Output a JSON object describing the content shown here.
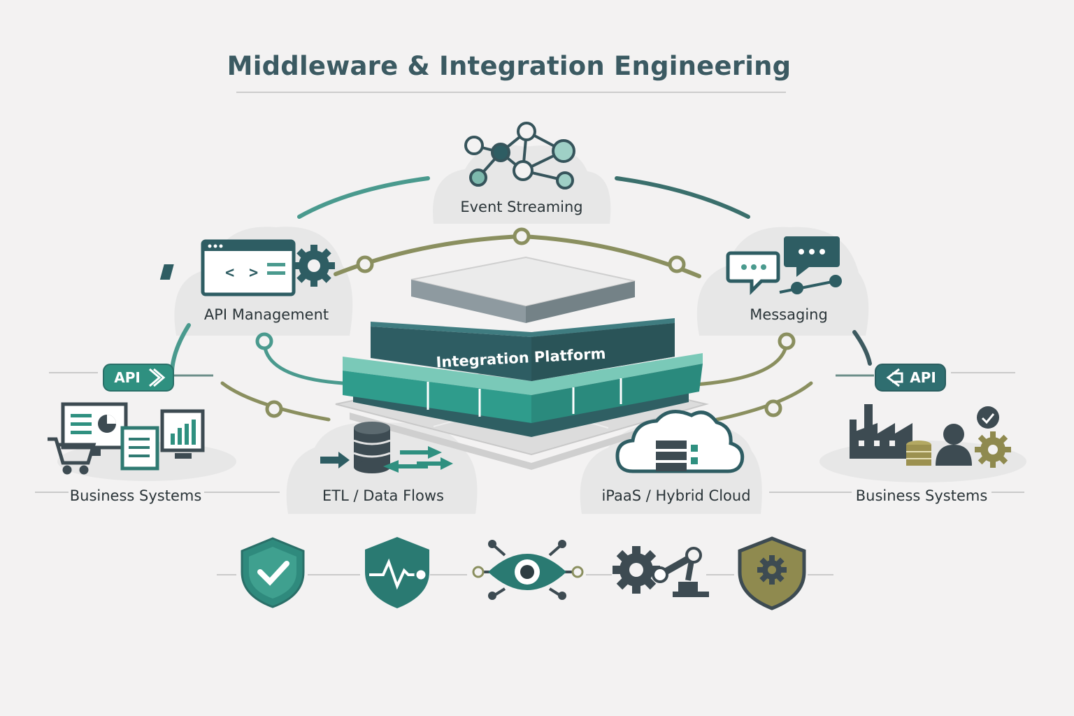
{
  "title": "Middleware & Integration Engineering",
  "platform": {
    "label": "Integration Platform"
  },
  "nodes": {
    "event_streaming": "Event Streaming",
    "api_management": "API Management",
    "messaging": "Messaging",
    "business_systems_left": "Business Systems",
    "business_systems_right": "Business Systems",
    "etl": "ETL / Data Flows",
    "ipaas": "iPaaS / Hybrid Cloud"
  },
  "badges": {
    "api_left": "API",
    "api_right": "API"
  },
  "bottom_icons": [
    "shield-check-icon",
    "shield-heartbeat-icon",
    "eye-network-icon",
    "gear-robot-arm-icon",
    "shield-gear-icon"
  ],
  "colors": {
    "teal_dark": "#2e5d63",
    "teal": "#3f9a8f",
    "teal_light": "#6fc2b2",
    "olive": "#8a8c5a",
    "slate": "#3d4b52",
    "cloud": "#e6e6e6"
  }
}
